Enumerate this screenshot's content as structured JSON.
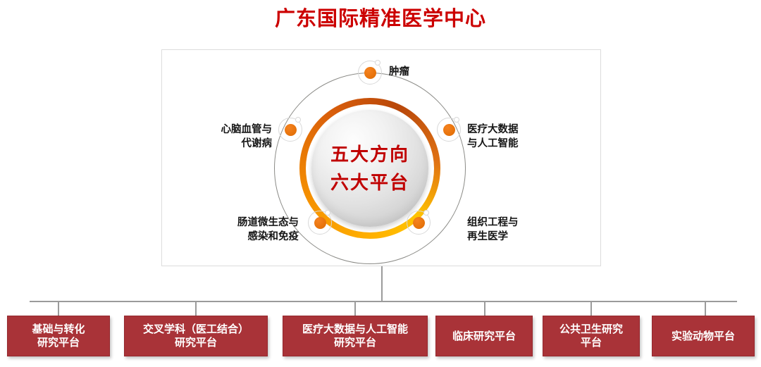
{
  "title": "广东国际精准医学中心",
  "center": {
    "line1": "五大方向",
    "line2": "六大平台",
    "text_color": "#C00000"
  },
  "directions": [
    {
      "id": "tumor",
      "label": "肿瘤",
      "position": "top"
    },
    {
      "id": "big-data-ai",
      "label": "医疗大数据\n与人工智能",
      "line1": "医疗大数据",
      "line2": "与人工智能",
      "position": "right"
    },
    {
      "id": "tissue-eng",
      "label": "组织工程与\n再生医学",
      "line1": "组织工程与",
      "line2": "再生医学",
      "position": "bottom-right"
    },
    {
      "id": "gut-microbiome",
      "label": "肠道微生态与\n感染和免疫",
      "line1": "肠道微生态与",
      "line2": "感染和免疫",
      "position": "bottom-left"
    },
    {
      "id": "cardio-meta",
      "label": "心脑血管与\n代谢病",
      "line1": "心脑血管与",
      "line2": "代谢病",
      "position": "left"
    }
  ],
  "platforms": [
    {
      "id": "basic-translational",
      "line1": "基础与转化",
      "line2": "研究平台"
    },
    {
      "id": "interdisciplinary",
      "line1": "交叉学科（医工结合）",
      "line2": "研究平台"
    },
    {
      "id": "big-data-ai-platform",
      "line1": "医疗大数据与人工智能",
      "line2": "研究平台"
    },
    {
      "id": "clinical-research",
      "line1": "临床研究平台",
      "line2": ""
    },
    {
      "id": "public-health",
      "line1": "公共卫生研究",
      "line2": "平台"
    },
    {
      "id": "lab-animal",
      "line1": "实验动物平台",
      "line2": ""
    }
  ],
  "colors": {
    "title_red": "#CC0000",
    "box_red": "#A93338",
    "node_orange": "#E8740C",
    "ring_yellow": "#FFC400",
    "ring_orange_dark": "#B8470A",
    "frame_border": "#DCDCDC",
    "connector": "#9B9B9B"
  }
}
